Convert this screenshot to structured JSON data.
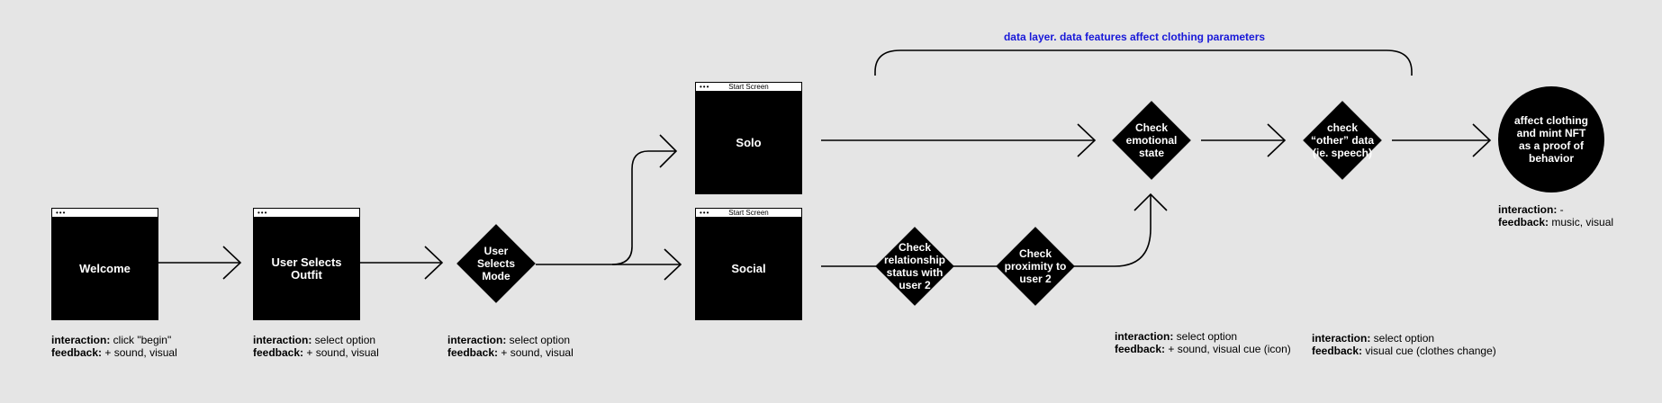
{
  "banner": "data layer. data features affect clothing parameters",
  "windows": {
    "welcome": {
      "label": "Welcome",
      "title": ""
    },
    "outfit": {
      "label": "User Selects Outfit",
      "title": ""
    },
    "solo": {
      "label": "Solo",
      "title": "Start Screen"
    },
    "social": {
      "label": "Social",
      "title": "Start Screen"
    },
    "dots": "•••"
  },
  "decisions": {
    "mode": "User Selects Mode",
    "emotional": "Check emotional state",
    "other": "check “other” data (ie. speech)",
    "relationship": "Check relationship status with user 2",
    "proximity": "Check proximity to user 2"
  },
  "terminal": "affect clothing and mint NFT as a proof of behavior",
  "notes": {
    "welcome": {
      "i_label": "interaction:",
      "i_value": " click \"begin\"",
      "f_label": "feedback:",
      "f_value": " + sound, visual"
    },
    "outfit": {
      "i_label": "interaction:",
      "i_value": " select option",
      "f_label": "feedback:",
      "f_value": " + sound, visual"
    },
    "mode": {
      "i_label": "interaction:",
      "i_value": " select option",
      "f_label": "feedback:",
      "f_value": " + sound, visual"
    },
    "emotional": {
      "i_label": "interaction:",
      "i_value": " select option",
      "f_label": "feedback:",
      "f_value": " + sound, visual cue (icon)"
    },
    "other": {
      "i_label": "interaction:",
      "i_value": " select option",
      "f_label": "feedback:",
      "f_value": " visual cue (clothes change)"
    },
    "terminal": {
      "i_label": "interaction:",
      "i_value": " -",
      "f_label": "feedback:",
      "f_value": " music, visual"
    }
  }
}
